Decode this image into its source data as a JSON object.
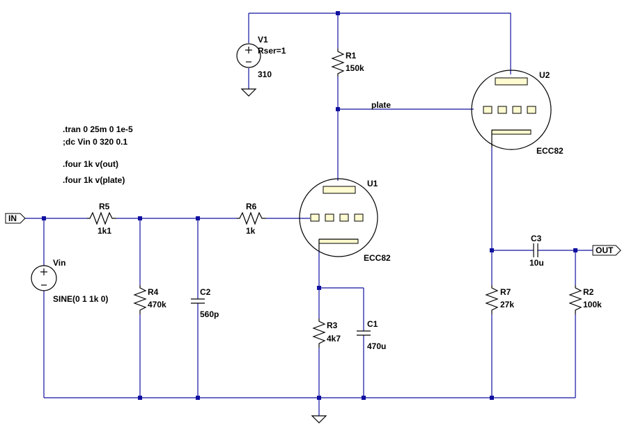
{
  "directives": {
    "tran": ".tran 0 25m 0 1e-5",
    "dc": ";dc Vin 0 320 0.1",
    "four_out": ".four 1k v(out)",
    "four_plate": ".four 1k v(plate)"
  },
  "components": {
    "v1": {
      "name": "V1",
      "param": "Rser=1",
      "value": "310"
    },
    "vin": {
      "name": "Vin",
      "value": "SINE(0 1 1k 0)"
    },
    "r1": {
      "name": "R1",
      "value": "150k"
    },
    "r2": {
      "name": "R2",
      "value": "100k"
    },
    "r3": {
      "name": "R3",
      "value": "4k7"
    },
    "r4": {
      "name": "R4",
      "value": "470k"
    },
    "r5": {
      "name": "R5",
      "value": "1k1"
    },
    "r6": {
      "name": "R6",
      "value": "1k"
    },
    "r7": {
      "name": "R7",
      "value": "27k"
    },
    "c1": {
      "name": "C1",
      "value": "470u"
    },
    "c2": {
      "name": "C2",
      "value": "560p"
    },
    "c3": {
      "name": "C3",
      "value": "10u"
    },
    "u1": {
      "name": "U1",
      "model": "ECC82"
    },
    "u2": {
      "name": "U2",
      "model": "ECC82"
    }
  },
  "nets": {
    "in": "IN",
    "out": "OUT",
    "plate": "plate"
  },
  "colors": {
    "wire": "#1010a0",
    "component": "#000000",
    "electrode_fill": "#fffbd0"
  }
}
